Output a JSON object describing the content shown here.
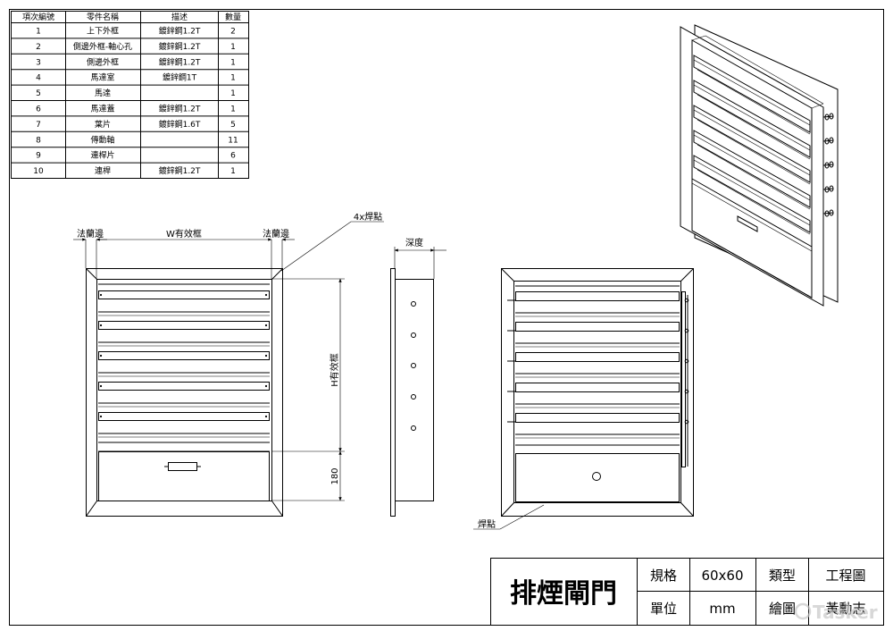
{
  "parts_table": {
    "headers": [
      "項次編號",
      "零件名稱",
      "描述",
      "數量"
    ],
    "rows": [
      {
        "no": "1",
        "name": "上下外框",
        "desc": "鍍鋅鋼1.2T",
        "qty": "2"
      },
      {
        "no": "2",
        "name": "側邊外框-軸心孔",
        "desc": "鍍鋅鋼1.2T",
        "qty": "1"
      },
      {
        "no": "3",
        "name": "側邊外框",
        "desc": "鍍鋅鋼1.2T",
        "qty": "1"
      },
      {
        "no": "4",
        "name": "馬達室",
        "desc": "鍍鋅鋼1T",
        "qty": "1"
      },
      {
        "no": "5",
        "name": "馬達",
        "desc": "",
        "qty": "1"
      },
      {
        "no": "6",
        "name": "馬達蓋",
        "desc": "鍍鋅鋼1.2T",
        "qty": "1"
      },
      {
        "no": "7",
        "name": "葉片",
        "desc": "鍍鋅鋼1.6T",
        "qty": "5"
      },
      {
        "no": "8",
        "name": "傳動軸",
        "desc": "",
        "qty": "11"
      },
      {
        "no": "9",
        "name": "連桿片",
        "desc": "",
        "qty": "6"
      },
      {
        "no": "10",
        "name": "連桿",
        "desc": "鍍鋅鋼1.2T",
        "qty": "1"
      }
    ]
  },
  "front_view": {
    "flange_left": "法蘭邊",
    "width_label": "W有效框",
    "flange_right": "法蘭邊",
    "weld_callout": "4x焊點",
    "height_label": "H有效框",
    "motor_height": "180"
  },
  "side_view": {
    "depth_label": "深度"
  },
  "rear_view": {
    "weld_label": "焊點"
  },
  "title_block": {
    "title": "排煙閘門",
    "spec_label": "規格",
    "spec_value": "60x60",
    "type_label": "類型",
    "type_value": "工程圖",
    "unit_label": "單位",
    "unit_value": "mm",
    "drawn_label": "繪圖",
    "drawn_value": "黃勳志"
  },
  "watermark": "Tasker"
}
